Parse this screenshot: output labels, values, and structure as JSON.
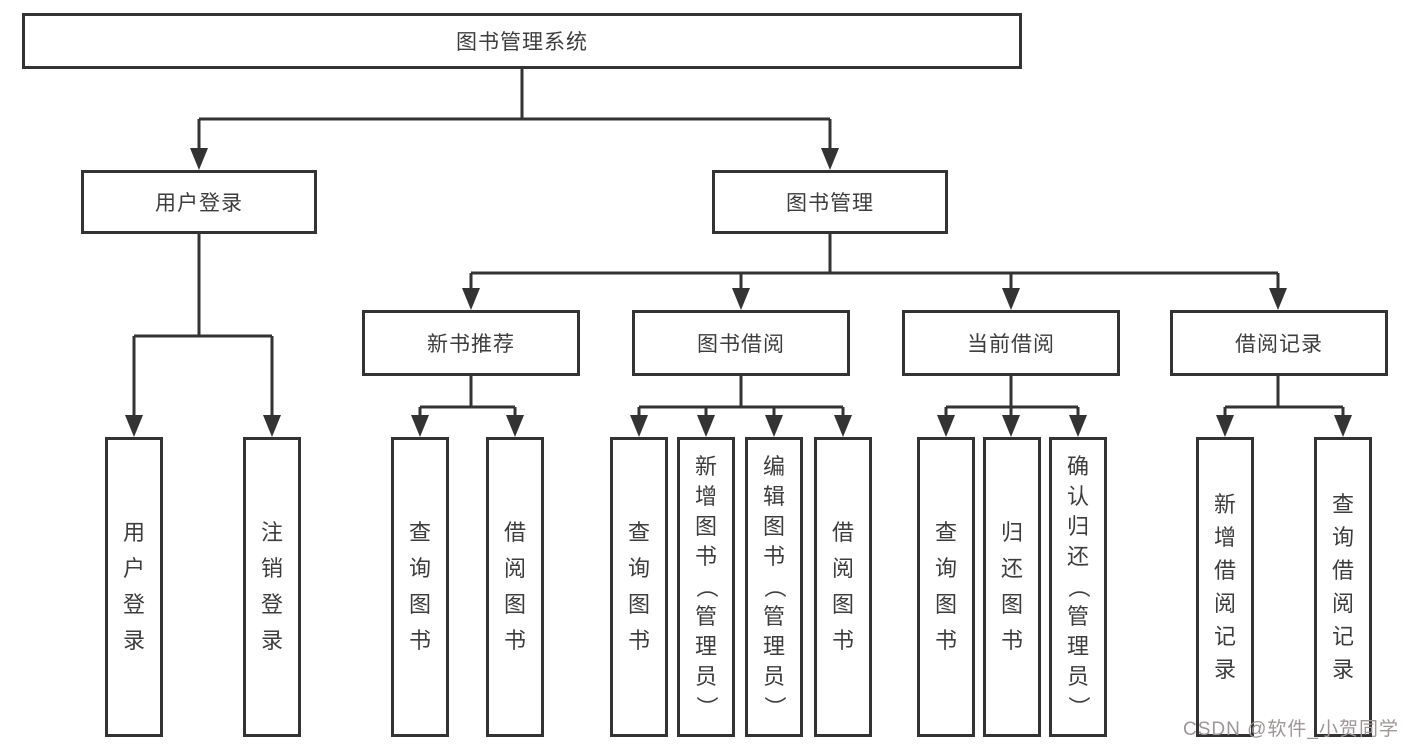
{
  "diagram": {
    "title": "图书管理系统",
    "level2": [
      {
        "label": "用户登录"
      },
      {
        "label": "图书管理"
      }
    ],
    "level3": [
      {
        "label": "新书推荐",
        "parent": "图书管理"
      },
      {
        "label": "图书借阅",
        "parent": "图书管理"
      },
      {
        "label": "当前借阅",
        "parent": "图书管理"
      },
      {
        "label": "借阅记录",
        "parent": "图书管理"
      }
    ],
    "leaves": [
      {
        "label": "用户登录",
        "parent": "用户登录"
      },
      {
        "label": "注销登录",
        "parent": "用户登录"
      },
      {
        "label": "查询图书",
        "parent": "新书推荐"
      },
      {
        "label": "借阅图书",
        "parent": "新书推荐"
      },
      {
        "label": "查询图书",
        "parent": "图书借阅"
      },
      {
        "label": "新增图书（管理员）",
        "parent": "图书借阅"
      },
      {
        "label": "编辑图书（管理员）",
        "parent": "图书借阅"
      },
      {
        "label": "借阅图书",
        "parent": "图书借阅"
      },
      {
        "label": "查询图书",
        "parent": "当前借阅"
      },
      {
        "label": "归还图书",
        "parent": "当前借阅"
      },
      {
        "label": "确认归还（管理员）",
        "parent": "当前借阅"
      },
      {
        "label": "新增借阅记录",
        "parent": "借阅记录"
      },
      {
        "label": "查询借阅记录",
        "parent": "借阅记录"
      }
    ]
  },
  "watermark": "CSDN @软件_小贺同学",
  "colors": {
    "line": "#333333",
    "text": "#3d3d3d",
    "watermark": "#9e9696",
    "background": "#ffffff"
  }
}
